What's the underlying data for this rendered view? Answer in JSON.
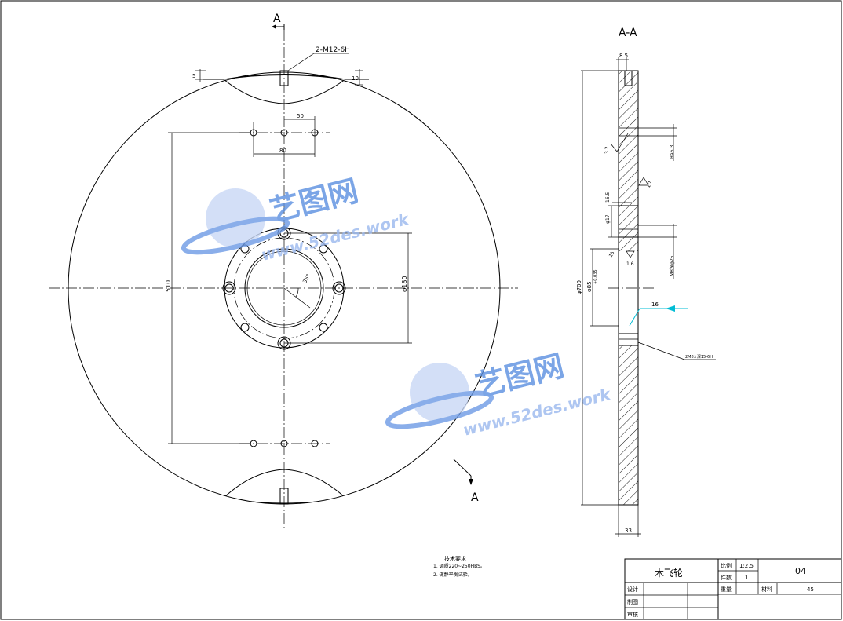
{
  "section_label_top": "A",
  "section_label_bottom": "A",
  "section_view_title": "A-A",
  "front_view": {
    "thread_note": "2-M12-6H",
    "dim_slot_depth": "5",
    "dim_slot_right": "10",
    "dim_hole_spacing": "50",
    "dim_hole_span": "80",
    "dim_height": "510",
    "dim_pcd": "φ180",
    "dim_angle": "35°"
  },
  "section_view": {
    "dim_top_width": "8.5",
    "dim_right_1": "Ra6.3",
    "dim_roughness_1": "3.2",
    "dim_roughness_2": "3.2",
    "dim_cb_width": "16.5",
    "dim_cb_dia": "φ17",
    "dim_chamfer": "15",
    "dim_roughness_3": "1.6",
    "dim_thread_right": "M8深φ25",
    "dim_outer": "φ700",
    "dim_bore": "φ85",
    "dim_bore_tol": "+0.035",
    "leader_label": "16",
    "leader_note": "2M8×深15-6H",
    "dim_width": "33"
  },
  "tech_req": {
    "title": "技术要求",
    "line1": "1. 调质220~250HBS。",
    "line2": "2. 做静平衡试验。"
  },
  "title_block": {
    "part_name": "木飞轮",
    "scale_label": "比例",
    "scale_value": "1:2.5",
    "qty_label": "件数",
    "qty_value": "1",
    "drawing_no": "04",
    "weight_label": "重量",
    "material_label": "材料",
    "material_value": "45",
    "designer_label": "设计",
    "drawer_label": "制图",
    "checker_label": "审核"
  },
  "watermark": {
    "cn": "艺图网",
    "url": "www.52des.work"
  }
}
